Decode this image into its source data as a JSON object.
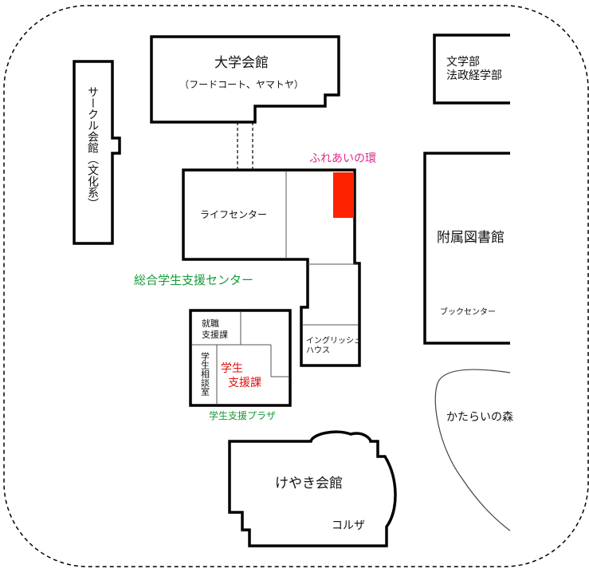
{
  "colors": {
    "outline": "#000000",
    "accent_pink": "#e0288a",
    "accent_green": "#1a9a3a",
    "accent_red": "#e01010",
    "marker_fill": "#ff2200"
  },
  "buildings": {
    "daigaku_kaikan": {
      "name": "大学会館",
      "sub": "（フードコート、ヤマトヤ）"
    },
    "bungakubu": {
      "line1": "文学部",
      "line2": "法政経学部"
    },
    "circle_kaikan": {
      "name": "サークル会館（文化系）"
    },
    "life_center": {
      "name": "ライフセンター"
    },
    "fureai": {
      "name": "ふれあいの環"
    },
    "sogo_shien": {
      "name": "総合学生支援センター"
    },
    "shushoku": {
      "line1": "就職",
      "line2": "支援課"
    },
    "gakusei_soudan": {
      "name": "学生相談室"
    },
    "gakusei_shien": {
      "line1": "学生",
      "line2": "支援課"
    },
    "plaza": {
      "name": "学生支援プラザ"
    },
    "english_house": {
      "line1": "イングリッシュ",
      "line2": "ハウス"
    },
    "library": {
      "name": "附属図書館"
    },
    "book_center": {
      "name": "ブックセンター"
    },
    "katarai": {
      "name": "かたらいの森"
    },
    "keyaki": {
      "name": "けやき会館"
    },
    "coruza": {
      "name": "コルザ"
    }
  }
}
